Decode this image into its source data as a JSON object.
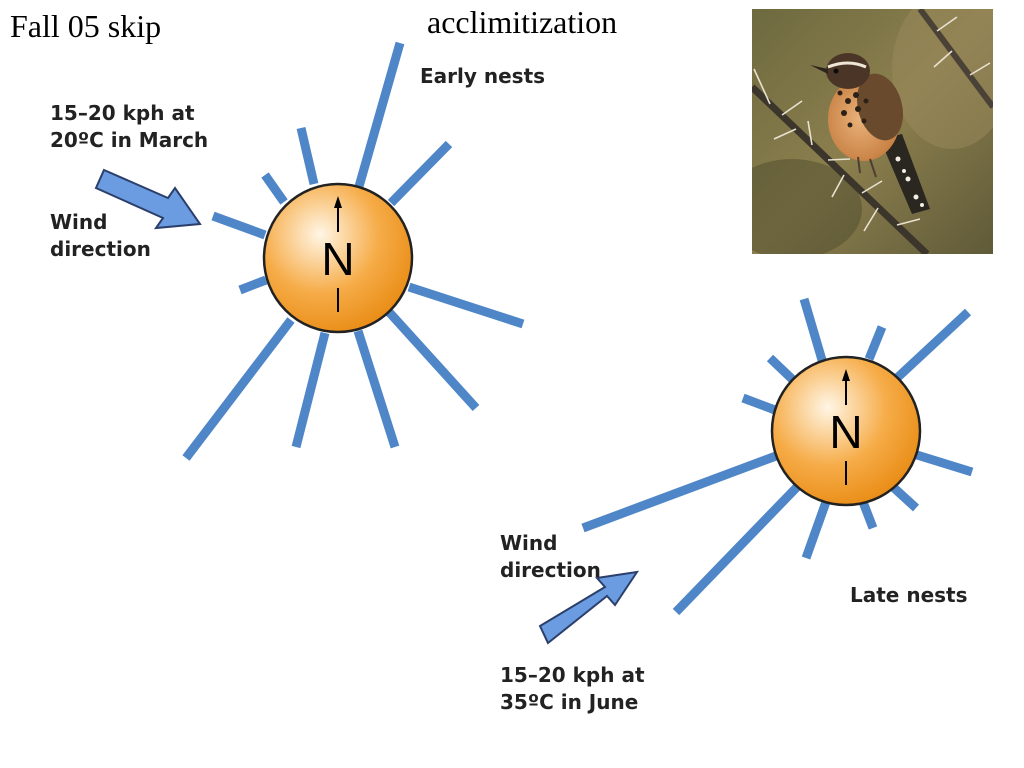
{
  "slide": {
    "note": "Fall 05 skip",
    "title": "acclimitization"
  },
  "colors": {
    "ray": "#4f86c8",
    "arrow_fill": "#6b9be0",
    "arrow_stroke": "#2b3f6b",
    "sphere_light": "#fff6e6",
    "sphere_mid": "#f6ac48",
    "sphere_dark": "#e88a12",
    "sphere_edge": "#222222"
  },
  "icons": {
    "wind_arrow": "block-arrow-icon",
    "north_arrow": "north-arrow-icon"
  },
  "early": {
    "title": "Early nests",
    "compass_letter": "N",
    "wind_conditions": "15–20 kph at\n20ºC in March",
    "wind_label": "Wind\ndirection"
  },
  "late": {
    "title": "Late nests",
    "compass_letter": "N",
    "wind_conditions": "15–20 kph at\n35ºC in June",
    "wind_label": "Wind\ndirection"
  }
}
